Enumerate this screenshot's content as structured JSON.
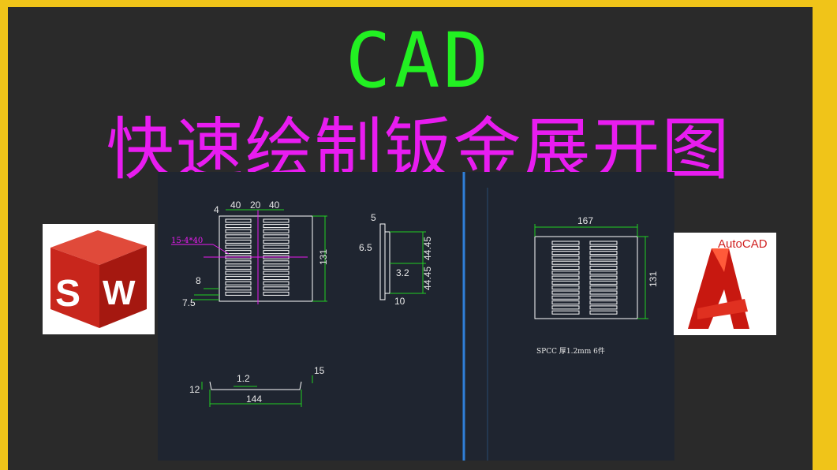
{
  "title": {
    "main": "CAD",
    "sub": "快速绘制钣金展开图"
  },
  "colors": {
    "border": "#f0c419",
    "background": "#2a2a2a",
    "main_title": "#22f022",
    "sub_title": "#e81cf0",
    "drawing_bg": "#1f2530",
    "dimension": "#22d022",
    "divider": "#2f7fd8"
  },
  "logos": {
    "left": {
      "icon": "solidworks-logo-icon",
      "letters": "SW"
    },
    "right": {
      "icon": "autocad-logo-icon",
      "text": "AutoCAD"
    }
  },
  "drawing": {
    "front_view": {
      "top_dims": [
        "40",
        "20",
        "40"
      ],
      "left_top": "4",
      "slot_label": "15-4*40",
      "right_dim": "131",
      "left_dims": [
        "8",
        "7.5"
      ]
    },
    "side_view": {
      "dims": [
        "5",
        "6.5",
        "44.45",
        "44.45",
        "3.2",
        "10"
      ]
    },
    "bottom_view": {
      "dims": [
        "1.2",
        "15",
        "12",
        "144"
      ]
    },
    "flat_pattern": {
      "width": "167",
      "height": "131",
      "note": "SPCC  厚1.2mm  6件"
    }
  }
}
